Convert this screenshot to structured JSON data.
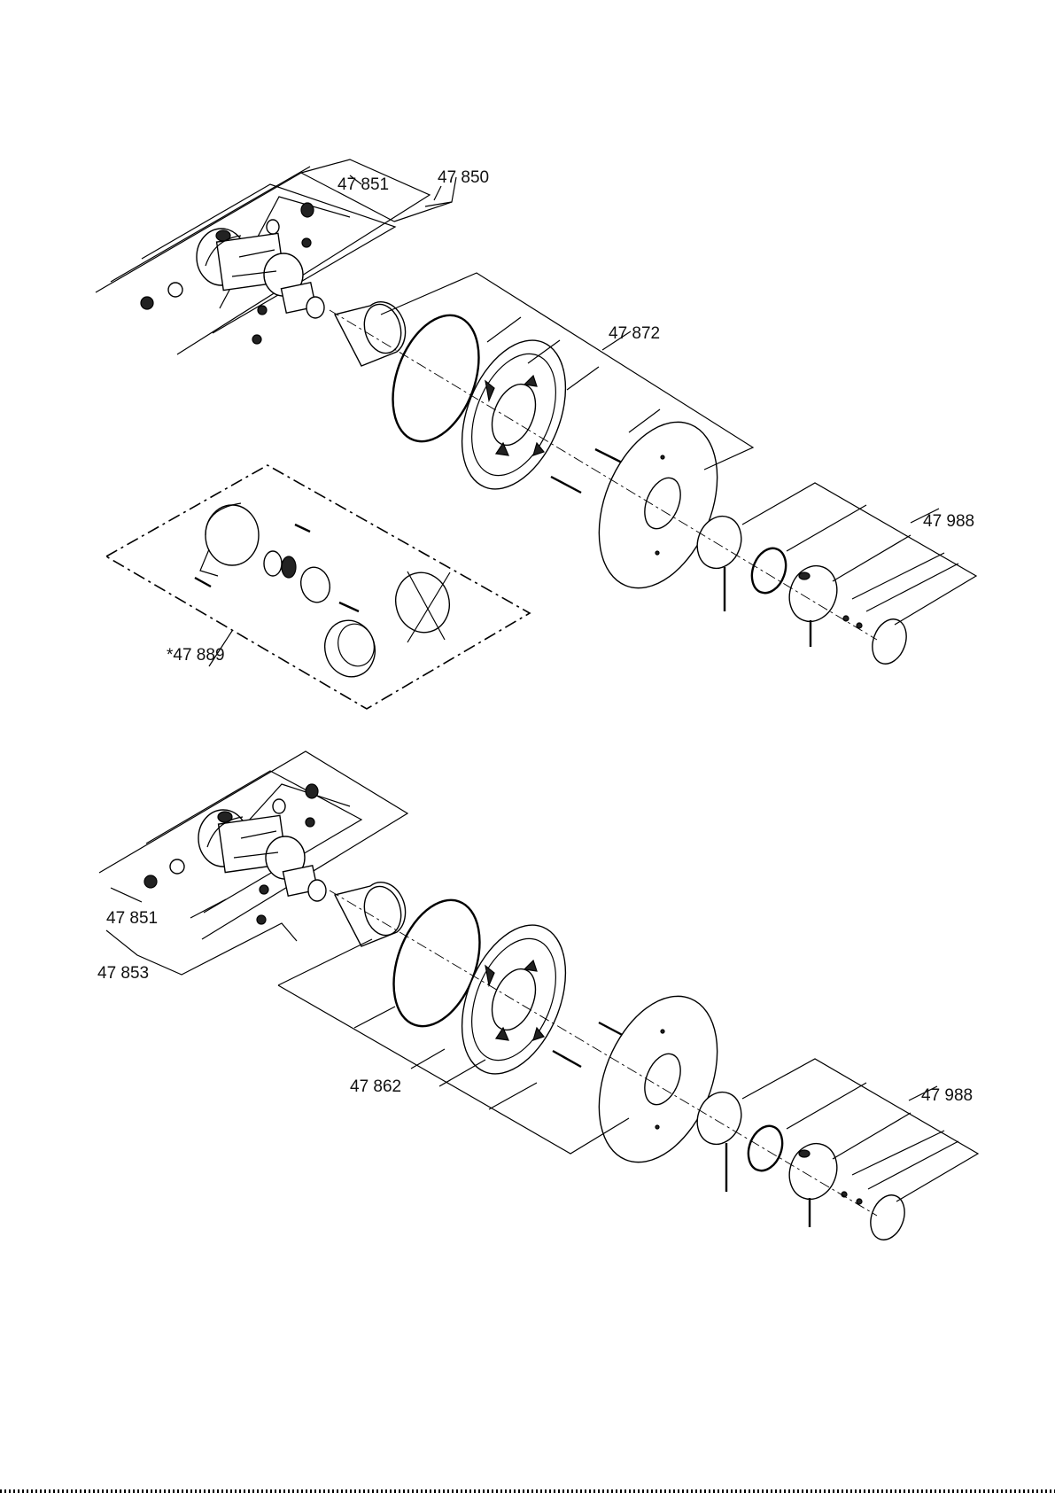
{
  "diagram": {
    "top_assembly": {
      "labels": {
        "cartridge_set": "47 851",
        "body_set": "47 850",
        "trim_set": "47 872",
        "handle_set": "47 988"
      }
    },
    "conversion_kit": {
      "label": "*47 889"
    },
    "bottom_assembly": {
      "labels": {
        "cartridge_set": "47 851",
        "body_set": "47 853",
        "trim_set": "47 862",
        "handle_set": "47 988"
      }
    }
  }
}
